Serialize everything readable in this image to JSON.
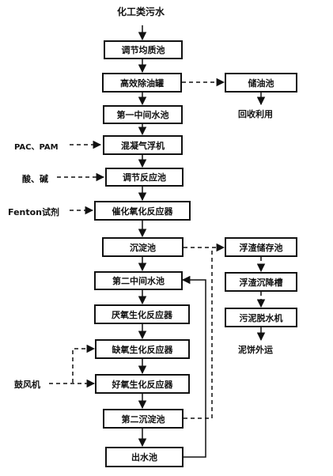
{
  "title": "化工类污水",
  "main_flow": {
    "tiaojie_jun_zhi_chi": "调节均质池",
    "gaoxiao_chu_you_guan": "高效除油罐",
    "diyi_zhongjian_shuichi": "第一中间水池",
    "hunning_qifu_ji": "混凝气浮机",
    "tiaojie_fanying_chi": "调节反应池",
    "cuihua_yanghua_fanyingqi": "催化氧化反应器",
    "chendian_chi": "沉淀池",
    "dier_zhongjian_shuichi": "第二中间水池",
    "yanyang_shenghua_fanyingqi": "厌氧生化反应器",
    "queyang_shenghua_fanyingqi": "缺氧生化反应器",
    "haoyang_shenghua_fanyingqi": "好氧生化反应器",
    "dier_chendian_chi": "第二沉淀池",
    "chushui_chi": "出水池"
  },
  "side_flow": {
    "chu_you_chi": "储油池",
    "huishou_liyong": "回收利用",
    "fuzha_chucun_chi": "浮渣储存池",
    "fuzha_chenjiang_cao": "浮渣沉降槽",
    "wuni_tuoshui_ji": "污泥脱水机",
    "nibing_waiyun": "泥饼外运"
  },
  "inputs": {
    "pac_pam": "PAC、PAM",
    "suan_jian": "酸、碱",
    "fenton": "Fenton试剂",
    "gufeng_ji": "鼓风机"
  }
}
